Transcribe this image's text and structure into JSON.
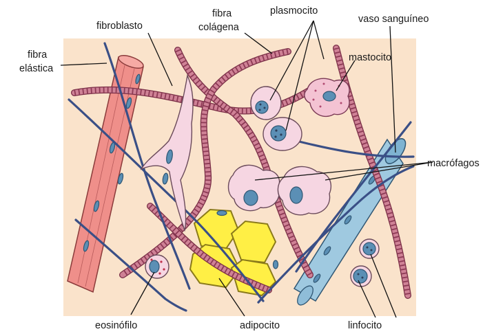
{
  "labels": {
    "fibra_elastica_1": "fibra",
    "fibra_elastica_2": "elástica",
    "fibroblasto": "fibroblasto",
    "fibra_colagena_1": "fibra",
    "fibra_colagena_2": "colágena",
    "plasmocito": "plasmocito",
    "vaso_sanguineo": "vaso sanguíneo",
    "mastocito": "mastocito",
    "macrofagos": "macrófagos",
    "eosinofilo": "eosinófilo",
    "adipocito": "adipocito",
    "linfocito": "linfocito"
  },
  "colors": {
    "background_tissue": "#fae3cb",
    "muscle_fiber": "#ef8f8a",
    "blood_vessel": "#9fc9e0",
    "adipocyte": "#ffef45",
    "collagen": "#cf8296",
    "elastic_fiber": "#3a4f86",
    "cell_cytoplasm": "#f6d6e2",
    "nucleus": "#5b8fb5"
  }
}
